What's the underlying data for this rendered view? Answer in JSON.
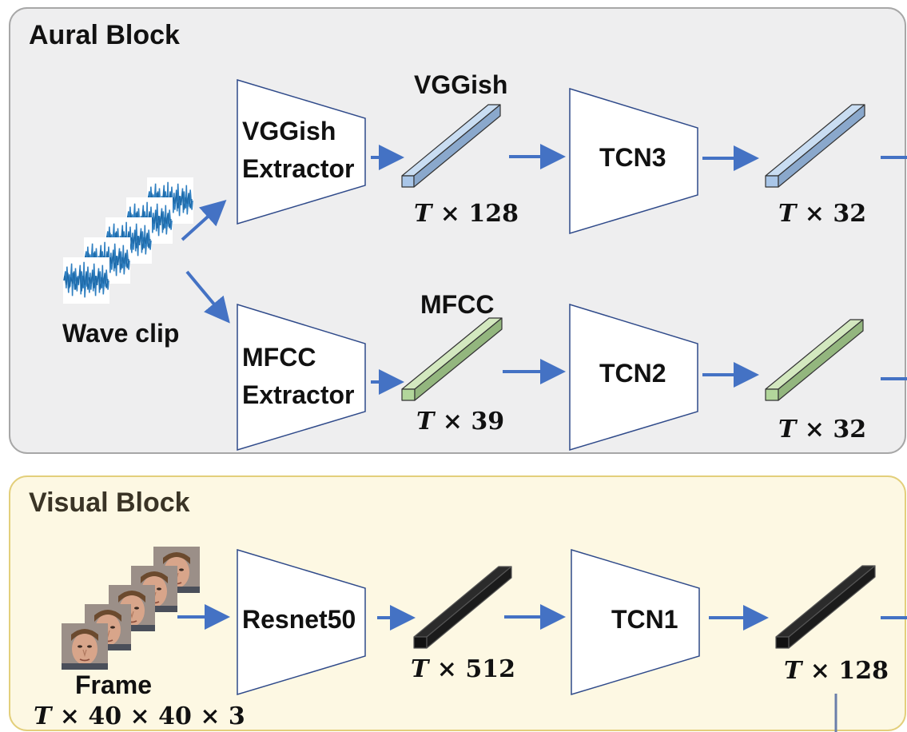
{
  "colors": {
    "aural_bg": "#eeeeef",
    "aural_border": "#a7a7a7",
    "visual_bg": "#fdf8e3",
    "visual_border": "#e3cf7b",
    "arrow": "#4472c4",
    "trapezoid_stroke": "#2f4a8a",
    "blue_top": "#c9ddf2",
    "blue_front": "#a9c6e8",
    "blue_side": "#8aa8cc",
    "green_top": "#d3e8bf",
    "green_front": "#b2d69b",
    "green_side": "#93b67e",
    "black_top": "#2b2b2b",
    "black_front": "#111111",
    "black_side": "#1b1b1b"
  },
  "aural_block": {
    "title": "Aural Block",
    "wave_label": "Wave clip",
    "vggish_extractor_line1": "VGGish",
    "vggish_extractor_line2": "Extractor",
    "mfcc_extractor_line1": "MFCC",
    "mfcc_extractor_line2": "Extractor",
    "vggish_feature_label": "VGGish",
    "mfcc_feature_label": "MFCC",
    "tcn3": "TCN3",
    "tcn2": "TCN2",
    "vggish_dim": {
      "t": "T",
      "rest": " × 128"
    },
    "mfcc_dim": {
      "t": "T",
      "rest": " × 39"
    },
    "tcn3_out_dim": {
      "t": "T",
      "rest": " × 32"
    },
    "tcn2_out_dim": {
      "t": "T",
      "rest": " × 32"
    }
  },
  "visual_block": {
    "title": "Visual Block",
    "frame_label": "Frame",
    "frame_dim": {
      "t": "T",
      "rest": " × 40 × 40 × 3"
    },
    "resnet": "Resnet50",
    "tcn1": "TCN1",
    "resnet_dim": {
      "t": "T",
      "rest": " × 512"
    },
    "tcn1_out_dim": {
      "t": "T",
      "rest": " × 128"
    }
  }
}
